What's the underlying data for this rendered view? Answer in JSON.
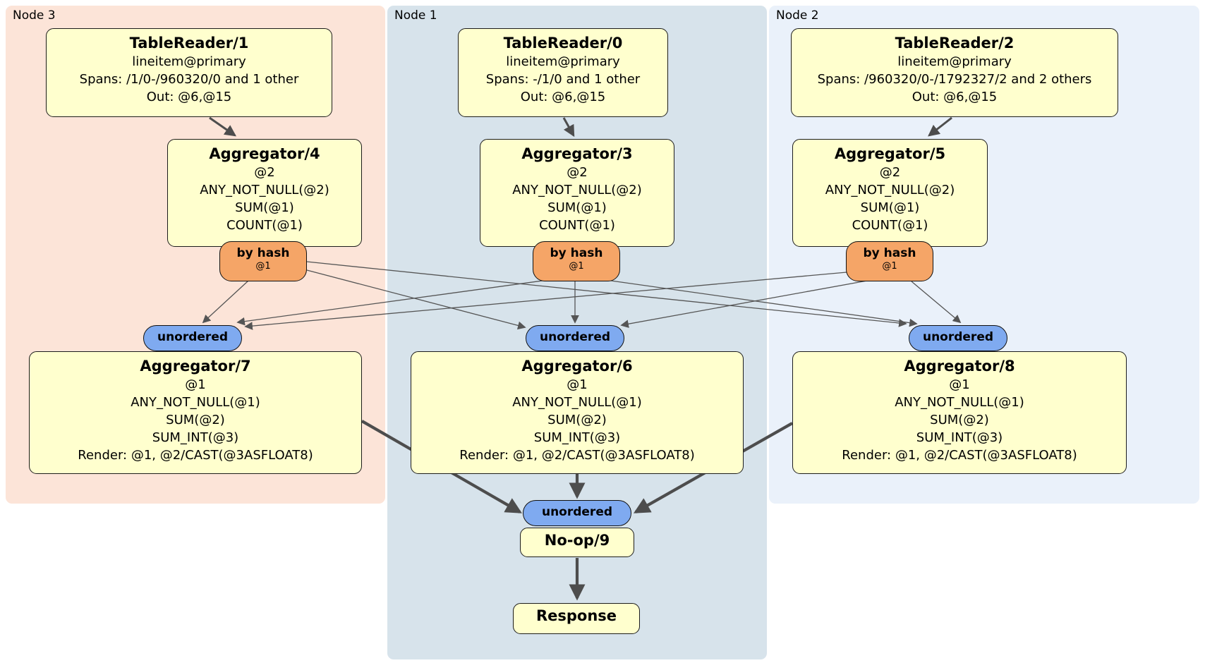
{
  "regions": [
    {
      "label": "Node 3",
      "bg": "#fce4d8"
    },
    {
      "label": "Node 1",
      "bg": "#d7e3eb"
    },
    {
      "label": "Node 2",
      "bg": "#eaf1fa"
    }
  ],
  "processors": {
    "tr1": {
      "title": "TableReader/1",
      "lines": [
        "lineitem@primary",
        "Spans: /1/0-/960320/0 and 1 other",
        "Out: @6,@15"
      ]
    },
    "tr0": {
      "title": "TableReader/0",
      "lines": [
        "lineitem@primary",
        "Spans: -/1/0 and 1 other",
        "Out: @6,@15"
      ]
    },
    "tr2": {
      "title": "TableReader/2",
      "lines": [
        "lineitem@primary",
        "Spans: /960320/0-/1792327/2 and 2 others",
        "Out: @6,@15"
      ]
    },
    "agg4": {
      "title": "Aggregator/4",
      "lines": [
        "@2",
        "ANY_NOT_NULL(@2)",
        "SUM(@1)",
        "COUNT(@1)"
      ]
    },
    "agg3": {
      "title": "Aggregator/3",
      "lines": [
        "@2",
        "ANY_NOT_NULL(@2)",
        "SUM(@1)",
        "COUNT(@1)"
      ]
    },
    "agg5": {
      "title": "Aggregator/5",
      "lines": [
        "@2",
        "ANY_NOT_NULL(@2)",
        "SUM(@1)",
        "COUNT(@1)"
      ]
    },
    "agg7": {
      "title": "Aggregator/7",
      "lines": [
        "@1",
        "ANY_NOT_NULL(@1)",
        "SUM(@2)",
        "SUM_INT(@3)",
        "Render: @1, @2/CAST(@3ASFLOAT8)"
      ]
    },
    "agg6": {
      "title": "Aggregator/6",
      "lines": [
        "@1",
        "ANY_NOT_NULL(@1)",
        "SUM(@2)",
        "SUM_INT(@3)",
        "Render: @1, @2/CAST(@3ASFLOAT8)"
      ]
    },
    "agg8": {
      "title": "Aggregator/8",
      "lines": [
        "@1",
        "ANY_NOT_NULL(@1)",
        "SUM(@2)",
        "SUM_INT(@3)",
        "Render: @1, @2/CAST(@3ASFLOAT8)"
      ]
    },
    "noop": {
      "title": "No-op/9"
    },
    "response": {
      "title": "Response"
    }
  },
  "routers": [
    {
      "label": "by hash",
      "sub": "@1"
    },
    {
      "label": "by hash",
      "sub": "@1"
    },
    {
      "label": "by hash",
      "sub": "@1"
    }
  ],
  "streams": [
    {
      "label": "unordered"
    },
    {
      "label": "unordered"
    },
    {
      "label": "unordered"
    },
    {
      "label": "unordered"
    }
  ],
  "colors": {
    "processor_fill": "#ffffce",
    "router_fill": "#f5a567",
    "stream_fill": "#7faaf0",
    "edge": "#4d4d4d",
    "node3_bg": "#fce4d8",
    "node1_bg": "#d7e3eb",
    "node2_bg": "#eaf1fa"
  }
}
